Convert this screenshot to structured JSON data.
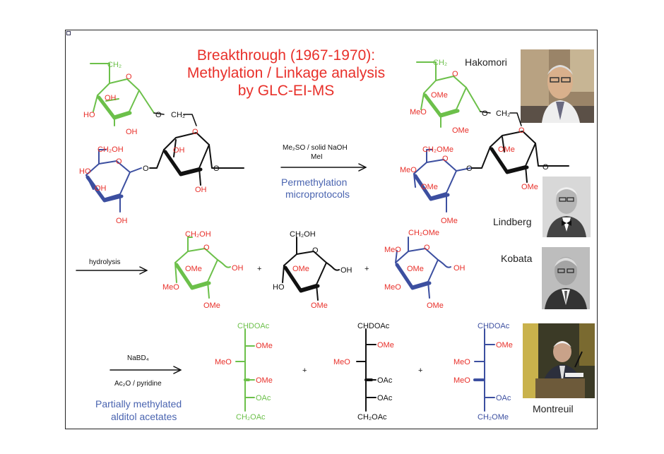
{
  "title": {
    "line1": "Breakthrough (1967-1970):",
    "line2": "Methylation / Linkage analysis",
    "line3": "by GLC-EI-MS"
  },
  "colors": {
    "green": "#6cc04a",
    "blue": "#3c4fa0",
    "red": "#e8302a",
    "black": "#111111"
  },
  "reaction1": {
    "reagent1": "Me₂SO / solid NaOH",
    "reagent2": "MeI",
    "label1": "Permethylation",
    "label2": "microprotocols"
  },
  "reaction2": {
    "reagent": "hydrolysis"
  },
  "reaction3": {
    "reagent1": "NaBD₄",
    "reagent2": "Ac₂O / pyridine",
    "label1": "Partially methylated",
    "label2": "alditol acetates"
  },
  "people": {
    "p1": "Hakomori",
    "p2": "Lindberg",
    "p3": "Kobata",
    "p4": "Montreuil"
  },
  "labels": {
    "ch2": "CH₂",
    "ch2oh": "CH₂OH",
    "ch2ome": "CH₂OMe",
    "oh": "OH",
    "ho": "HO",
    "ome": "OMe",
    "meo": "MeO",
    "o": "O",
    "chdoac": "CHDOAc",
    "oac": "OAc",
    "ch2oac": "CH₂OAc",
    "plus": "+"
  }
}
